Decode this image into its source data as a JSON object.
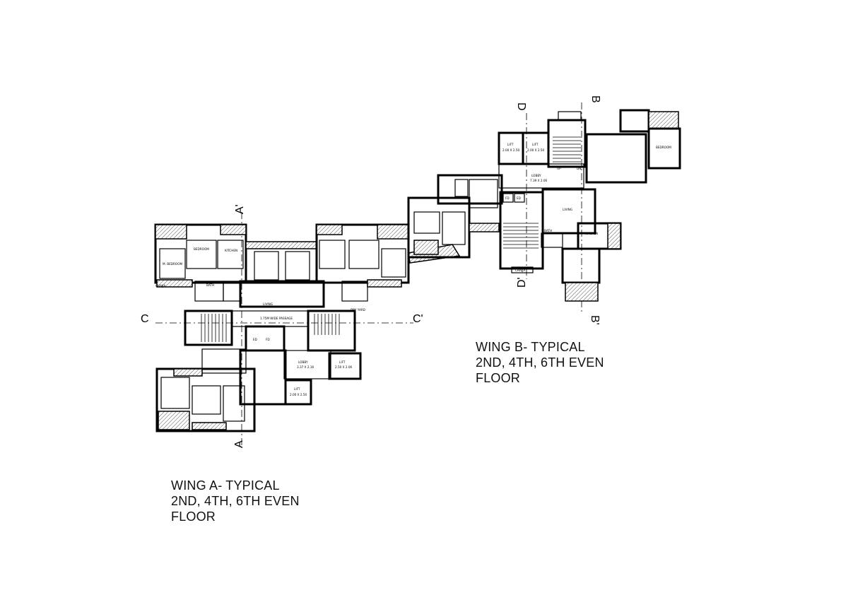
{
  "titles": {
    "wing_a": [
      "WING A- TYPICAL",
      "2ND, 4TH, 6TH EVEN",
      "FLOOR"
    ],
    "wing_b": [
      "WING B- TYPICAL",
      "2ND, 4TH, 6TH EVEN",
      "FLOOR"
    ]
  },
  "section_markers": {
    "a_prime": "A'",
    "a": "A",
    "c": "C",
    "c_prime": "C'",
    "d": "D",
    "d_prime": "D'",
    "b": "B",
    "b_prime": "B'"
  },
  "wing_a_rooms": {
    "passage": "1.75M WIDE PASSAGE",
    "lobby": "LOBBY",
    "lobby_size": "3.37 X 2.16",
    "lift1": "LIFT",
    "lift1_size": "2.50 X 2.06",
    "lift2": "LIFT",
    "lift2_size": "2.00 X 2.50",
    "ed": "ED",
    "fd": "FD",
    "dry_yard": "DRY YARD",
    "chajja": "CHAJJA",
    "living": "LIVING",
    "kitchen": "KITCHEN",
    "bedroom": "BEDROOM",
    "m_bedroom": "M. BEDROOM",
    "bath": "BATH"
  },
  "wing_b_rooms": {
    "lobby": "LOBBY",
    "lobby_size": "7.39 X 2.06",
    "lift1": "LIFT",
    "lift1_size": "2.00 X 2.50",
    "lift2": "LIFT",
    "lift2_size": "2.00 X 2.50",
    "fd": "FD",
    "ed": "ED",
    "up": "UP",
    "dn": "DN",
    "chajja": "CHAJJA",
    "living": "LIVING",
    "kitchen": "KITCHEN",
    "bedroom": "BEDROOM",
    "bath": "BATH"
  }
}
